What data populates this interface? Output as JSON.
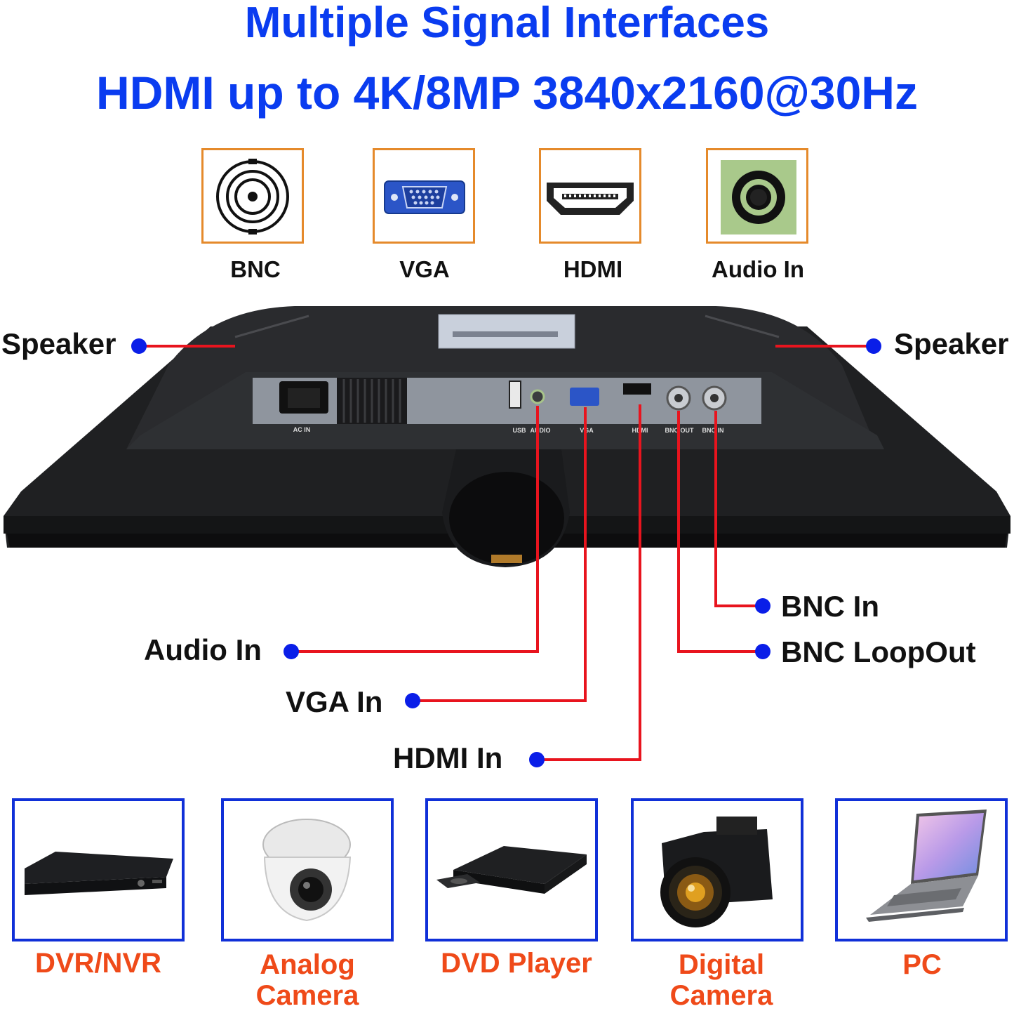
{
  "header": {
    "title": "Multiple Signal Interfaces",
    "subtitle": "HDMI up to 4K/8MP 3840x2160@30Hz"
  },
  "interfaces": [
    {
      "label": "BNC",
      "icon": "bnc-connector-icon"
    },
    {
      "label": "VGA",
      "icon": "vga-connector-icon"
    },
    {
      "label": "HDMI",
      "icon": "hdmi-connector-icon"
    },
    {
      "label": "Audio In",
      "icon": "audio-jack-icon"
    }
  ],
  "callouts": {
    "speaker_left": "Speaker",
    "speaker_right": "Speaker",
    "bnc_in": "BNC In",
    "bnc_loopout": "BNC LoopOut",
    "audio_in": "Audio In",
    "vga_in": "VGA In",
    "hdmi_in": "HDMI In"
  },
  "monitor_port_labels": {
    "ac_in": "AC IN",
    "usb": "USB",
    "audio": "AUDIO",
    "vga": "VGA",
    "hdmi": "HDMI",
    "bnc_out": "BNC OUT",
    "bnc_in": "BNC IN"
  },
  "devices": [
    {
      "label_line1": "DVR/NVR",
      "label_line2": "",
      "icon": "dvr-recorder-icon"
    },
    {
      "label_line1": "Analog",
      "label_line2": "Camera",
      "icon": "dome-camera-icon"
    },
    {
      "label_line1": "DVD Player",
      "label_line2": "",
      "icon": "dvd-player-icon"
    },
    {
      "label_line1": "Digital",
      "label_line2": "Camera",
      "icon": "digital-camera-icon"
    },
    {
      "label_line1": "PC",
      "label_line2": "",
      "icon": "laptop-icon"
    }
  ],
  "colors": {
    "title_blue": "#0a3cf0",
    "interface_border": "#e58a2b",
    "device_border": "#1030d8",
    "device_label": "#ef4a19",
    "callout_line": "#e8141e",
    "callout_dot": "#0a1ee8"
  }
}
